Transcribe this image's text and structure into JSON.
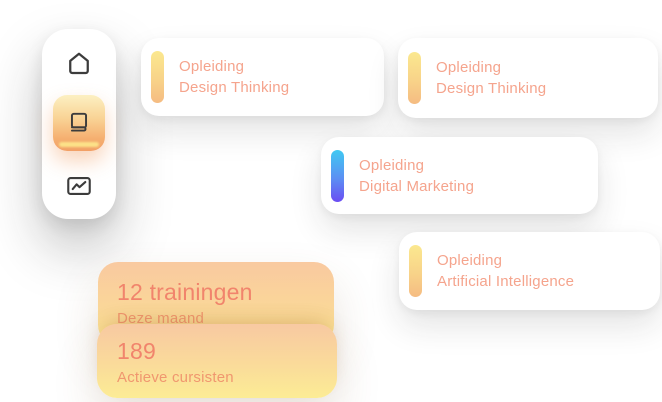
{
  "sidebar": {
    "items": [
      {
        "id": "home",
        "icon": "home-icon",
        "active": false
      },
      {
        "id": "courses",
        "icon": "book-icon",
        "active": true
      },
      {
        "id": "analytics",
        "icon": "line-chart-icon",
        "active": false
      }
    ]
  },
  "cards": [
    {
      "label": "Opleiding",
      "title": "Design Thinking",
      "accent": "#F5BC82"
    },
    {
      "label": "Opleiding",
      "title": "Design Thinking",
      "accent": "#F5BC82"
    },
    {
      "label": "Opleiding",
      "title": "Digital Marketing",
      "accent": "#6B4DF3"
    },
    {
      "label": "Opleiding",
      "title": "Artificial Intelligence",
      "accent": "#F5BC82"
    }
  ],
  "stats": [
    {
      "value": "12 trainingen",
      "caption": "Deze maand"
    },
    {
      "value": "189",
      "caption": "Actieve cursisten"
    }
  ],
  "colors": {
    "text_salmon": "#F5A48D",
    "stat_value": "#F1846C",
    "stat_caption": "#F0976F",
    "accent_yellow_top": "#FBE88F",
    "accent_yellow_bottom": "#F5BC82",
    "accent_blue_top": "#3FC9F2",
    "accent_blue_bottom": "#6B4DF3",
    "active_button_top": "#FCF0C2",
    "active_button_bottom": "#F2A066",
    "stat_card_top": "#F9C9A0",
    "stat_card_bottom": "#FBE68F"
  }
}
